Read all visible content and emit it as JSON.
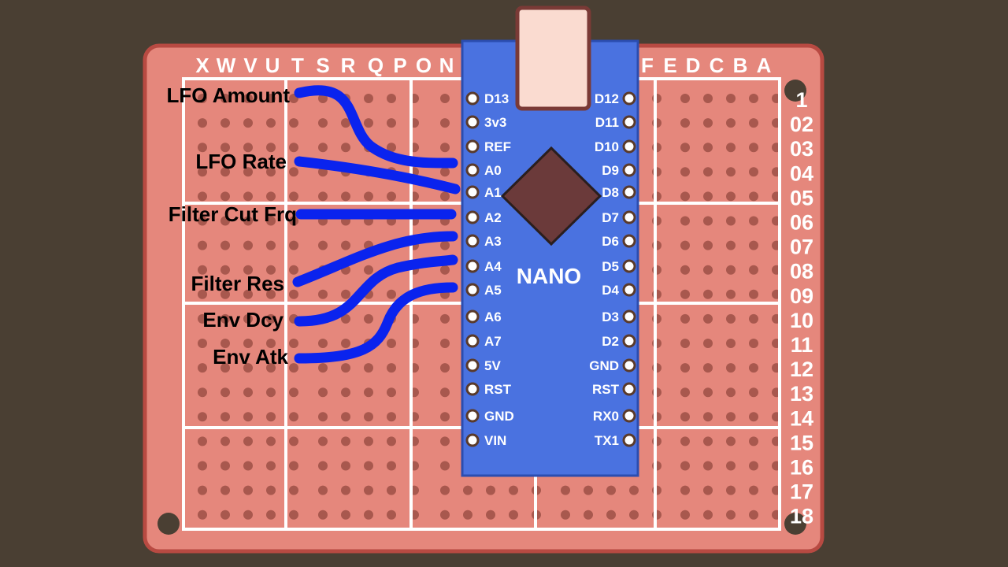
{
  "colors": {
    "background": "#4a3f33",
    "board": "#e5877c",
    "board_edge": "#b84a42",
    "hole": "#a8584e",
    "mount_hole": "#4a3f33",
    "grid_line": "#ffffff",
    "nano_body": "#4a72e0",
    "nano_edge": "#2b4db0",
    "usb": "#fadbd0",
    "usb_edge": "#7a3a36",
    "chip": "#6b3a3a",
    "wire": "#0a23ee",
    "label": "#000000"
  },
  "board": {
    "column_letters": [
      "X",
      "W",
      "V",
      "U",
      "T",
      "S",
      "R",
      "Q",
      "P",
      "O",
      "N",
      "F",
      "E",
      "D",
      "C",
      "B",
      "A"
    ],
    "row_numbers": [
      "1",
      "02",
      "03",
      "04",
      "05",
      "06",
      "07",
      "08",
      "09",
      "10",
      "11",
      "12",
      "13",
      "14",
      "15",
      "16",
      "17",
      "18"
    ]
  },
  "nano": {
    "name": "NANO",
    "left_pins": [
      "D13",
      "3v3",
      "REF",
      "A0",
      "A1",
      "A2",
      "A3",
      "A4",
      "A5",
      "A6",
      "A7",
      "5V",
      "RST",
      "GND",
      "VIN"
    ],
    "right_pins": [
      "D12",
      "D11",
      "D10",
      "D9",
      "D8",
      "D7",
      "D6",
      "D5",
      "D4",
      "D3",
      "D2",
      "GND",
      "RST",
      "RX0",
      "TX1"
    ]
  },
  "connections": [
    {
      "label": "LFO Amount",
      "pin": "A0"
    },
    {
      "label": "LFO Rate",
      "pin": "A1"
    },
    {
      "label": "Filter Cut Frq",
      "pin": "A2"
    },
    {
      "label": "Filter Res",
      "pin": "A3"
    },
    {
      "label": "Env Dcy",
      "pin": "A4"
    },
    {
      "label": "Env Atk",
      "pin": "A5"
    }
  ]
}
